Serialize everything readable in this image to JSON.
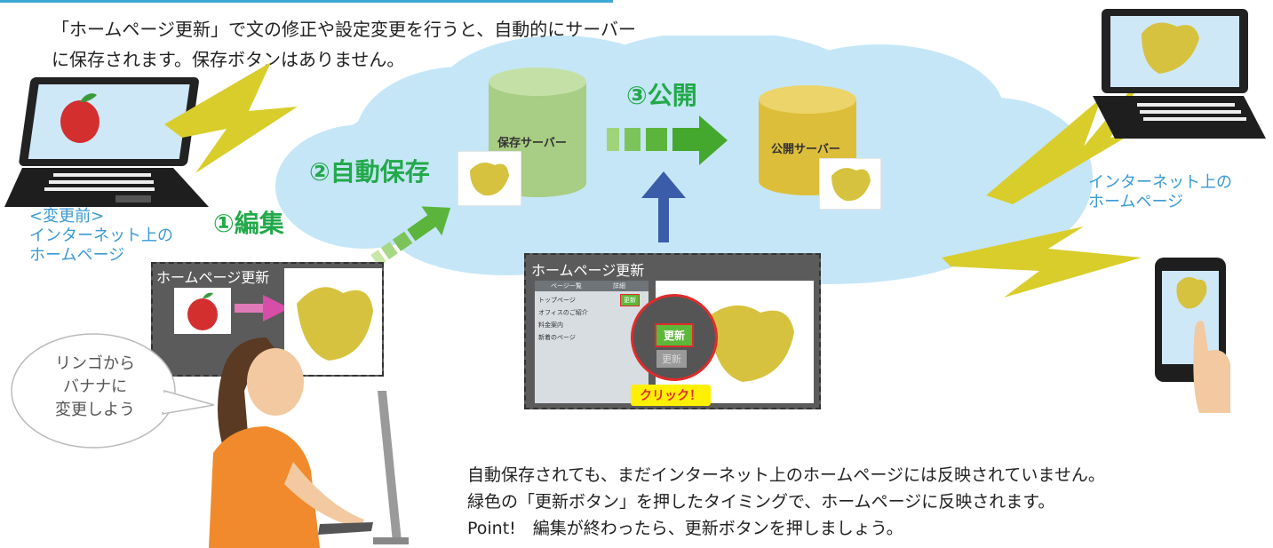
{
  "intro": "「ホームページ更新」で文の修正や設定変更を行うと、自動的にサーバー\nに保存されます。保存ボタンはありません。",
  "left_caption": "<変更前>\nインターネット上の\nホームページ",
  "right_caption": "インターネット上の\nホームページ",
  "step1": "①編集",
  "step2": "②自動保存",
  "step3": "③公開",
  "save_server": "保存サーバー",
  "public_server": "公開サーバー",
  "editor_panel_title": "ホームページ更新",
  "update_panel": {
    "title": "ホームページ更新",
    "tab1": "ページ一覧",
    "tab2": "詳細",
    "rows": [
      "トップページ",
      "オフィスのご紹介",
      "料金案内",
      "新着のページ"
    ],
    "small_update": "更新",
    "big_update": "更新",
    "gray_update": "更新",
    "click_label": "クリック！"
  },
  "speech": "リンゴから\nバナナに\n変更しよう",
  "bottom_text": "自動保存されても、まだインターネット上のホームページには反映されていません。\n緑色の「更新ボタン」を押したタイミングで、ホームページに反映されます。\nPoint!　編集が終わったら、更新ボタンを押しましょう。",
  "colors": {
    "cloud": "#c5e6f7",
    "step_green": "#22a94a",
    "caption_blue": "#3a9ad4",
    "lightning": "#d9cd2b",
    "banana": "#d6c23e",
    "save_db": "#a8cd84",
    "public_db": "#ddbe3a",
    "panel": "#5b5b5b",
    "highlight_red": "#e02b2b",
    "click_yellow": "#fff000"
  }
}
